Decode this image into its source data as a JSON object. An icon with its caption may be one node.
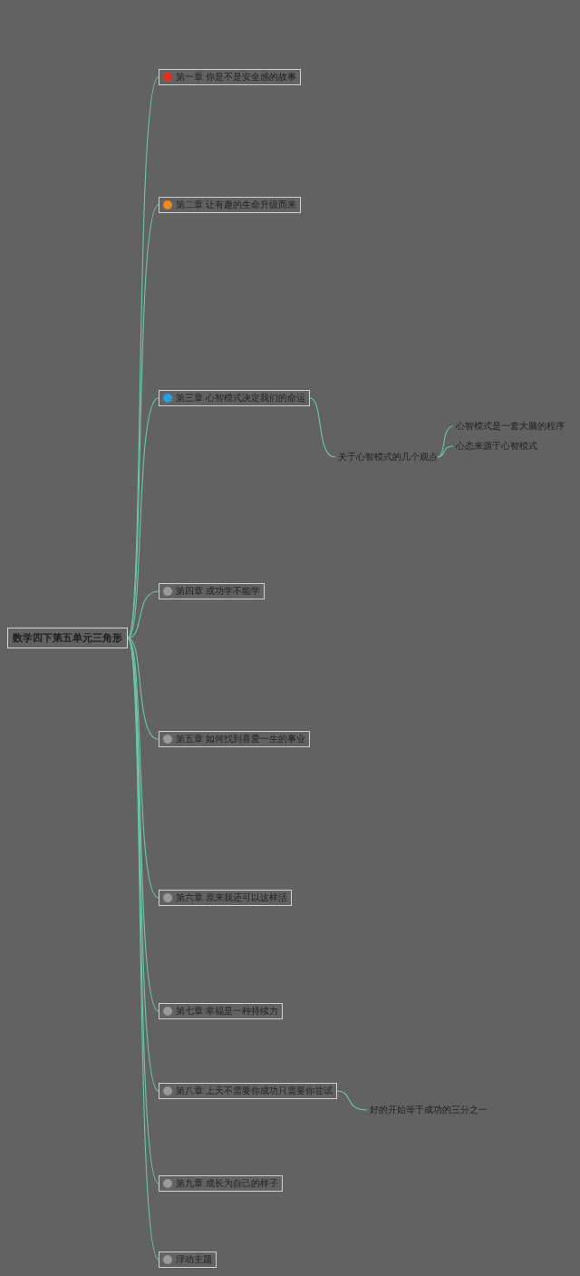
{
  "diagram": {
    "nodes": [
      {
        "text": [
          "数学四下第五单元三角形"
        ]
      },
      {
        "text": [
          "第一章 你是不是安全感的故事"
        ]
      },
      {
        "text": [
          "第二章 让有趣的生命升级而来"
        ]
      },
      {
        "text": [
          "第三章 心智模式决定我们的命运"
        ]
      },
      {
        "text": [
          "第四章 成功学不能学"
        ]
      },
      {
        "text": [
          "第五章 如何找到喜爱一生的事业"
        ]
      },
      {
        "text": [
          "第六章 原来我还可以这样活"
        ]
      },
      {
        "text": [
          "第七章 幸福是一种持续力"
        ]
      },
      {
        "text": [
          "第八章 上天不需要你成功只需要你尝试"
        ]
      },
      {
        "text": [
          "第九章 成长为自己的样子"
        ]
      },
      {
        "text": [
          "浮动主题"
        ]
      },
      {
        "text": [
          "关于心智模式的几个观点"
        ]
      },
      {
        "text": [
          "心智模式是一套大脑的程序"
        ]
      },
      {
        "text": [
          "心态来源于心智模式"
        ]
      },
      {
        "text": [
          "好的开始等于成功的三分之一"
        ]
      }
    ],
    "edges": [
      {
        "from": 0,
        "to": 1,
        "arrow": "none"
      },
      {
        "from": 0,
        "to": 2,
        "arrow": "none"
      },
      {
        "from": 0,
        "to": 3,
        "arrow": "none"
      },
      {
        "from": 0,
        "to": 4,
        "arrow": "none"
      },
      {
        "from": 0,
        "to": 5,
        "arrow": "none"
      },
      {
        "from": 0,
        "to": 6,
        "arrow": "none"
      },
      {
        "from": 0,
        "to": 7,
        "arrow": "none"
      },
      {
        "from": 0,
        "to": 8,
        "arrow": "none"
      },
      {
        "from": 0,
        "to": 9,
        "arrow": "none"
      },
      {
        "from": 0,
        "to": 10,
        "arrow": "none"
      },
      {
        "from": 3,
        "to": 11,
        "arrow": "none"
      },
      {
        "from": 11,
        "to": 12,
        "arrow": "none"
      },
      {
        "from": 11,
        "to": 13,
        "arrow": "none"
      },
      {
        "from": 8,
        "to": 14,
        "arrow": "none"
      }
    ]
  }
}
